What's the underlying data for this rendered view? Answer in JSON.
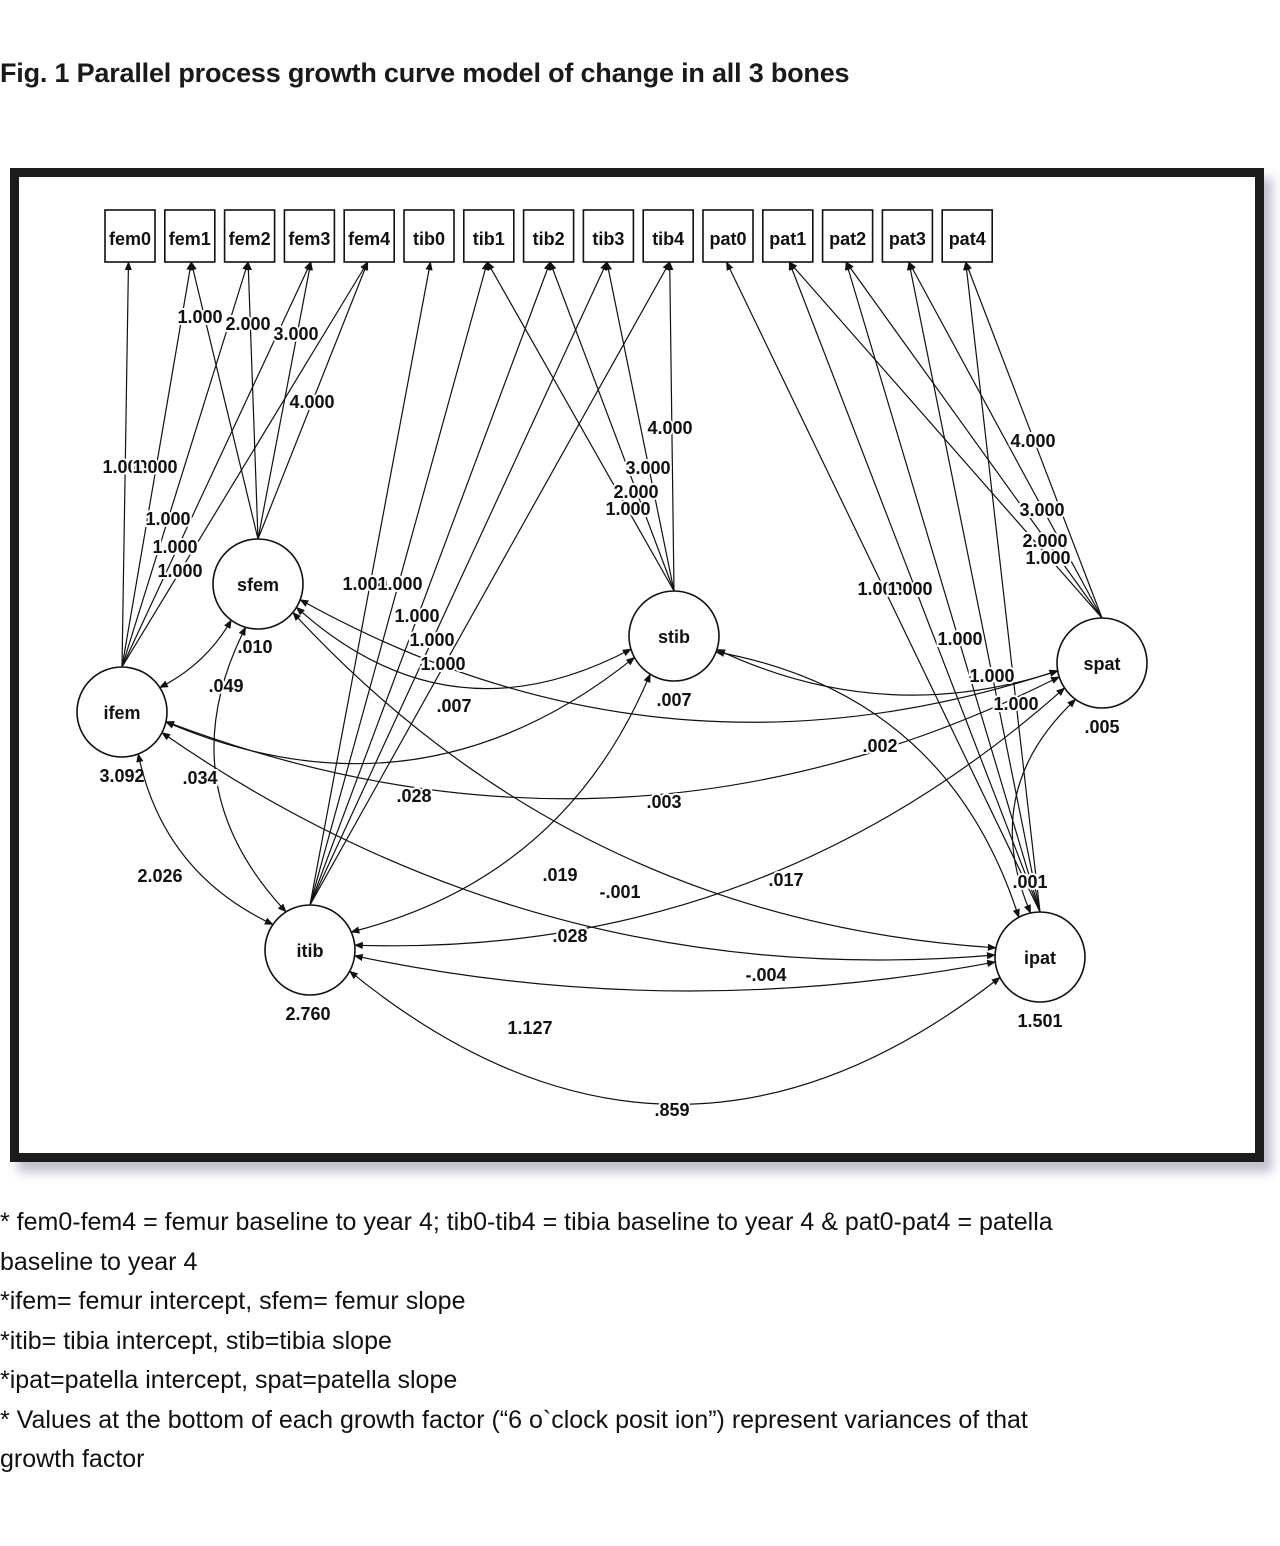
{
  "figure": {
    "title": "Fig. 1 Parallel process growth curve model of change in all 3 bones"
  },
  "chart_data": {
    "type": "diagram",
    "kind": "parallel process latent growth curve model (SEM path diagram)",
    "observed": [
      "fem0",
      "fem1",
      "fem2",
      "fem3",
      "fem4",
      "tib0",
      "tib1",
      "tib2",
      "tib3",
      "tib4",
      "pat0",
      "pat1",
      "pat2",
      "pat3",
      "pat4"
    ],
    "latent": [
      {
        "id": "ifem",
        "label": "ifem",
        "variance": "3.092"
      },
      {
        "id": "sfem",
        "label": "sfem",
        "variance": ".010"
      },
      {
        "id": "itib",
        "label": "itib",
        "variance": "2.760"
      },
      {
        "id": "stib",
        "label": "stib",
        "variance": ".007"
      },
      {
        "id": "ipat",
        "label": "ipat",
        "variance": "1.501"
      },
      {
        "id": "spat",
        "label": "spat",
        "variance": ".005"
      }
    ],
    "loadings": [
      {
        "from": "ifem",
        "to": "fem0",
        "value": "1.000"
      },
      {
        "from": "ifem",
        "to": "fem1",
        "value": "1.000"
      },
      {
        "from": "ifem",
        "to": "fem2",
        "value": "1.000"
      },
      {
        "from": "ifem",
        "to": "fem3",
        "value": "1.000"
      },
      {
        "from": "ifem",
        "to": "fem4",
        "value": "1.000"
      },
      {
        "from": "sfem",
        "to": "fem1",
        "value": "1.000"
      },
      {
        "from": "sfem",
        "to": "fem2",
        "value": "2.000"
      },
      {
        "from": "sfem",
        "to": "fem3",
        "value": "3.000"
      },
      {
        "from": "sfem",
        "to": "fem4",
        "value": "4.000"
      },
      {
        "from": "itib",
        "to": "tib0",
        "value": "1.000"
      },
      {
        "from": "itib",
        "to": "tib1",
        "value": "1.000"
      },
      {
        "from": "itib",
        "to": "tib2",
        "value": "1.000"
      },
      {
        "from": "itib",
        "to": "tib3",
        "value": "1.000"
      },
      {
        "from": "itib",
        "to": "tib4",
        "value": "1.000"
      },
      {
        "from": "stib",
        "to": "tib1",
        "value": "1.000"
      },
      {
        "from": "stib",
        "to": "tib2",
        "value": "2.000"
      },
      {
        "from": "stib",
        "to": "tib3",
        "value": "3.000"
      },
      {
        "from": "stib",
        "to": "tib4",
        "value": "4.000"
      },
      {
        "from": "ipat",
        "to": "pat0",
        "value": "1.000"
      },
      {
        "from": "ipat",
        "to": "pat1",
        "value": "1.000"
      },
      {
        "from": "ipat",
        "to": "pat2",
        "value": "1.000"
      },
      {
        "from": "ipat",
        "to": "pat3",
        "value": "1.000"
      },
      {
        "from": "ipat",
        "to": "pat4",
        "value": "1.000"
      },
      {
        "from": "spat",
        "to": "pat1",
        "value": "1.000"
      },
      {
        "from": "spat",
        "to": "pat2",
        "value": "2.000"
      },
      {
        "from": "spat",
        "to": "pat3",
        "value": "3.000"
      },
      {
        "from": "spat",
        "to": "pat4",
        "value": "4.000"
      }
    ],
    "covariances": [
      {
        "a": "sfem",
        "b": "ifem",
        "value": ".049"
      },
      {
        "a": "ifem",
        "b": "itib",
        "value": "2.026"
      },
      {
        "a": "sfem",
        "b": "itib",
        "value": ".034"
      },
      {
        "a": "sfem",
        "b": "stib",
        "value": ".007"
      },
      {
        "a": "sfem",
        "b": "spat",
        "value": ".028"
      },
      {
        "a": "ifem",
        "b": "stib",
        "value": ".003"
      },
      {
        "a": "ifem",
        "b": "spat",
        "value": ".002"
      },
      {
        "a": "ifem",
        "b": "ipat",
        "value": "-.004"
      },
      {
        "a": "sfem",
        "b": "ipat",
        "value": "-.001"
      },
      {
        "a": "itib",
        "b": "stib",
        "value": ".019"
      },
      {
        "a": "itib",
        "b": "spat",
        "value": ".028"
      },
      {
        "a": "itib",
        "b": "ipat",
        "value": "1.127"
      },
      {
        "a": "stib",
        "b": "spat",
        "value": ".007"
      },
      {
        "a": "stib",
        "b": "ipat",
        "value": ".017"
      },
      {
        "a": "ipat",
        "b": "spat",
        "value": ".001"
      },
      {
        "a": "itib",
        "b": "ipat",
        "value": ".859"
      }
    ]
  },
  "notes": [
    "* fem0-fem4 = femur baseline to year 4; tib0-tib4 = tibia baseline to year 4 & pat0-pat4 = patella",
    "baseline to year 4",
    "*ifem= femur intercept, sfem= femur slope",
    "*itib= tibia intercept, stib=tibia slope",
    "*ipat=patella intercept, spat=patella slope",
    "* Values at the bottom of each growth factor (“6 o`clock posit ion”) represent variances of that",
    "growth factor"
  ]
}
